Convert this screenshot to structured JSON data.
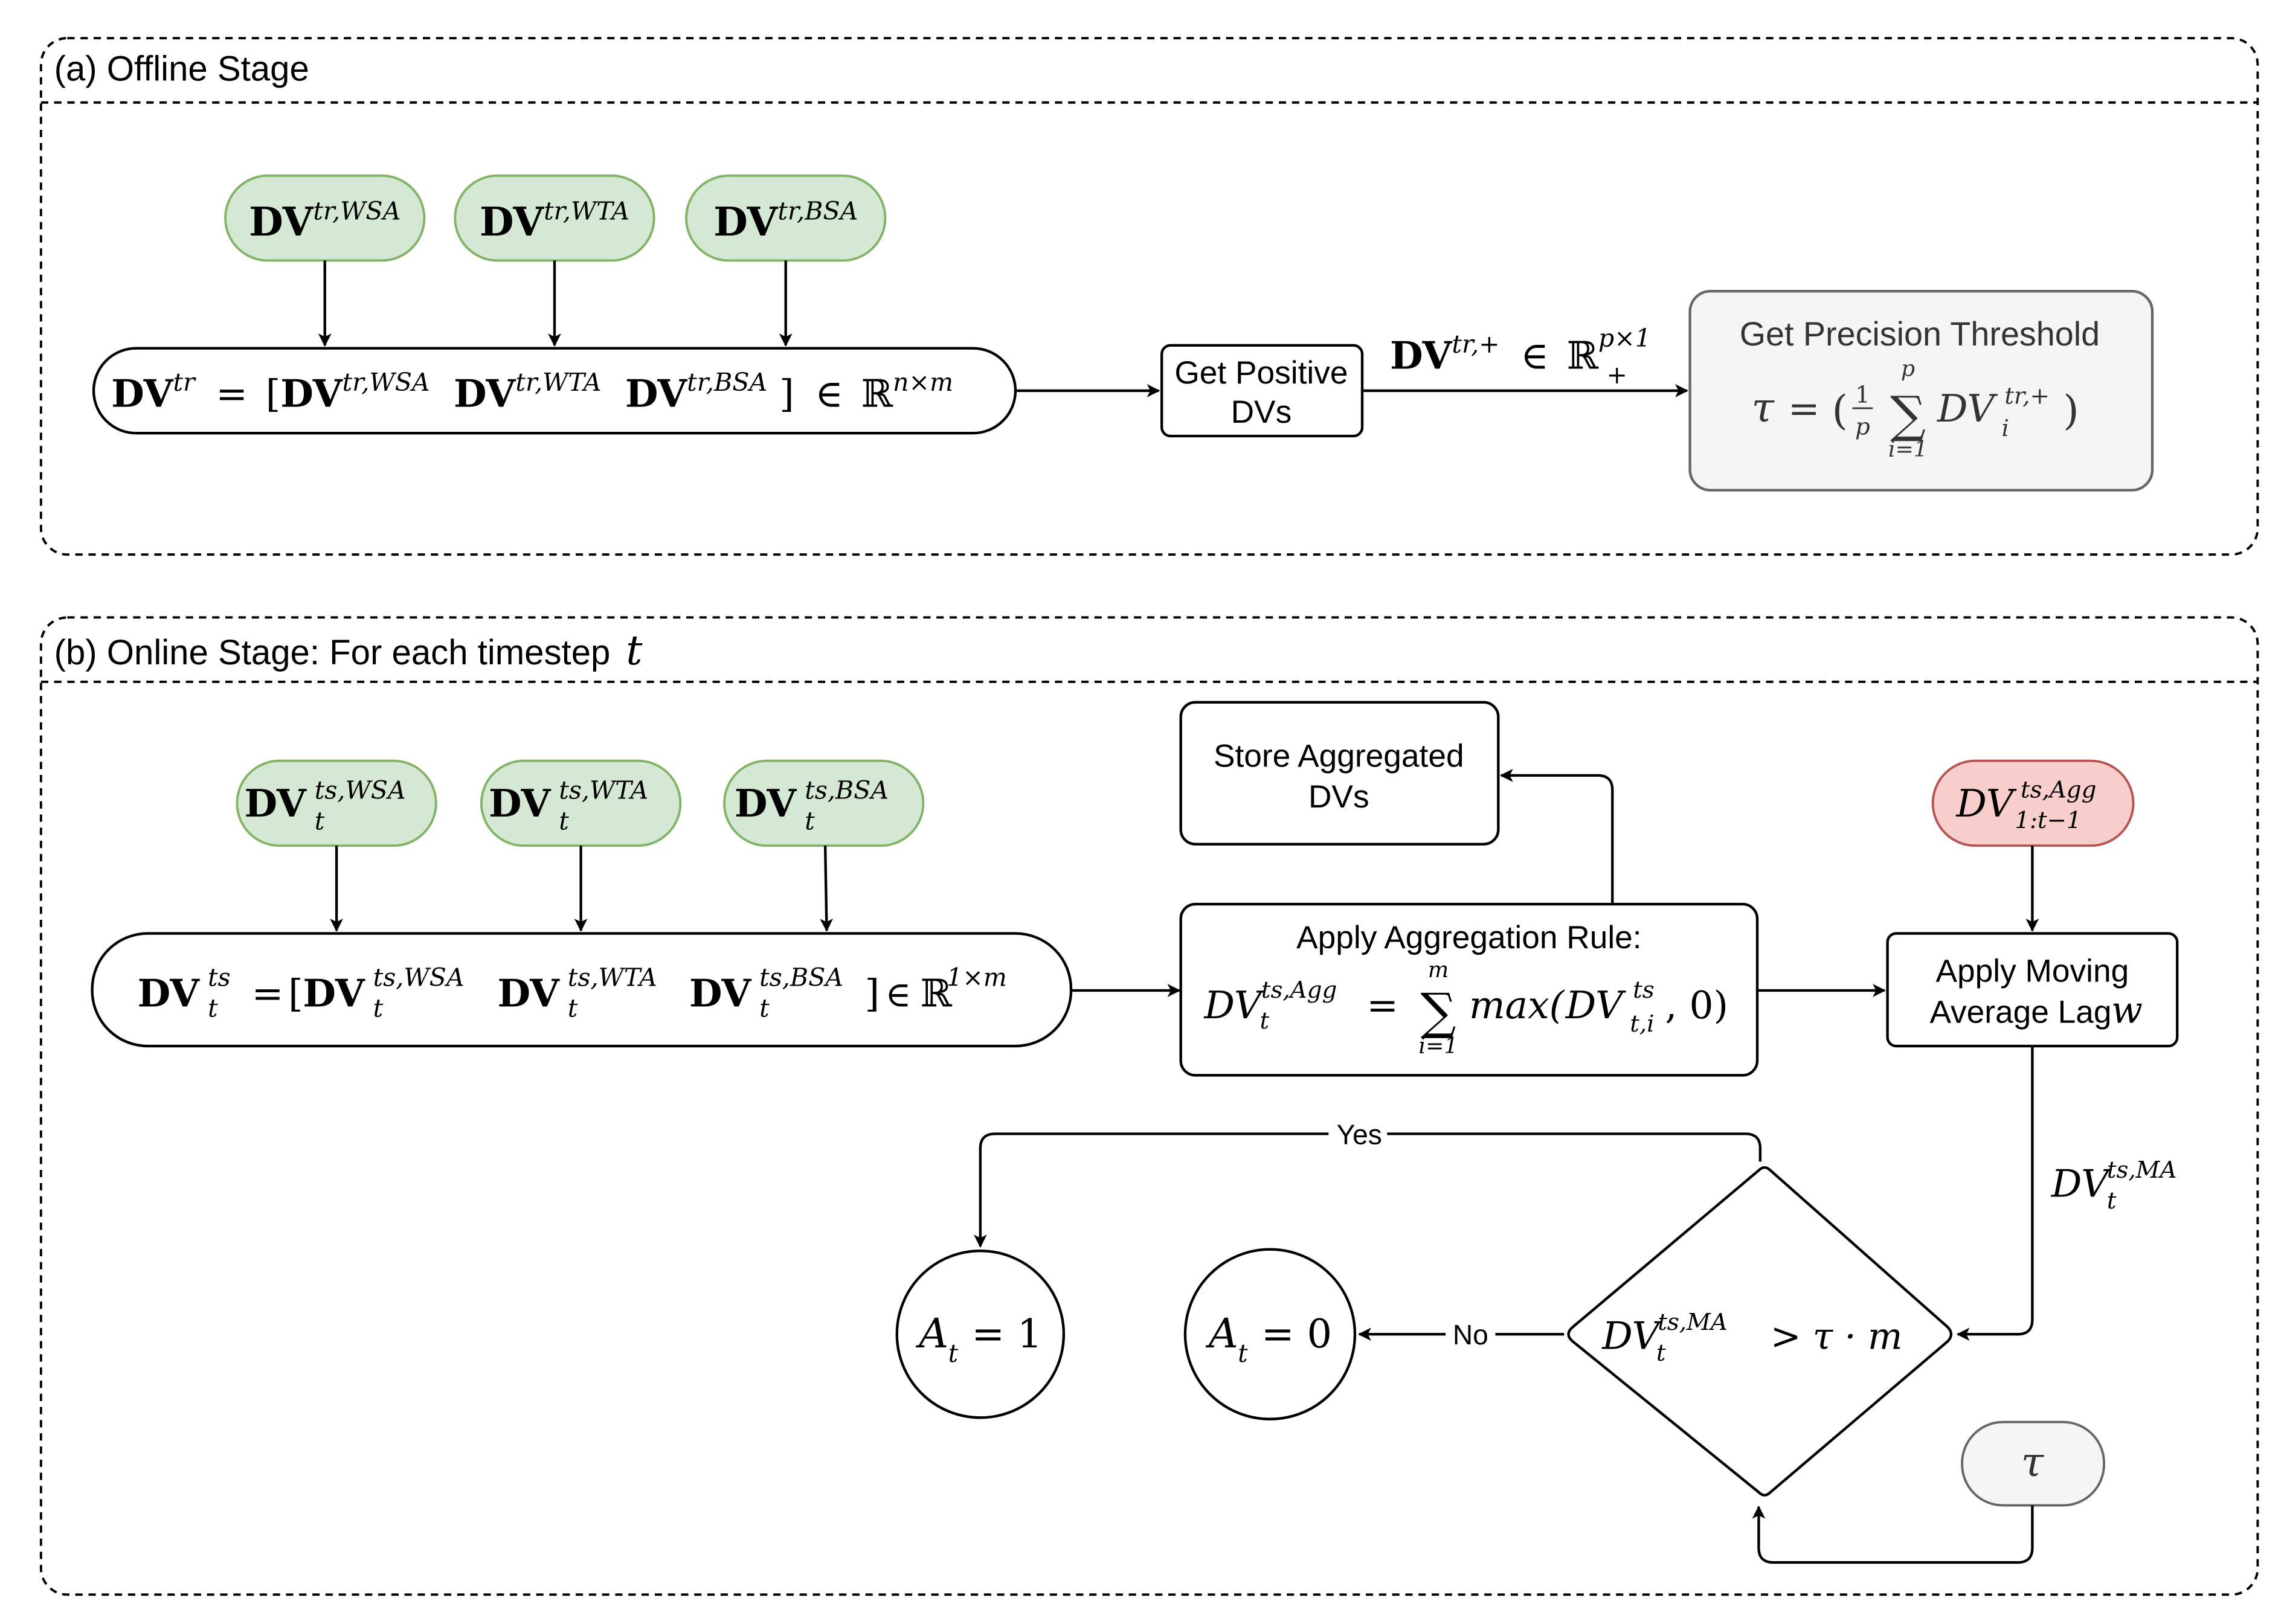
{
  "colors": {
    "green_fill": "#d5e8d4",
    "green_stroke": "#82b366",
    "red_fill": "#f8cecc",
    "red_stroke": "#b85450",
    "gray_fill": "#f5f5f5",
    "gray_stroke": "#666666",
    "gray_text": "#333333"
  },
  "offline": {
    "title": "(a) Offline Stage",
    "inputs": [
      {
        "base": "DV",
        "sup": "tr,WSA"
      },
      {
        "base": "DV",
        "sup": "tr,WTA"
      },
      {
        "base": "DV",
        "sup": "tr,BSA"
      }
    ],
    "matrix": {
      "lhs_base": "DV",
      "lhs_sup": "tr",
      "eq": "=",
      "open": "[",
      "items": [
        {
          "base": "DV",
          "sup": "tr,WSA"
        },
        {
          "base": "DV",
          "sup": "tr,WTA"
        },
        {
          "base": "DV",
          "sup": "tr,BSA"
        }
      ],
      "close": "]",
      "in": "∈",
      "set": "ℝ",
      "set_sup": "n×m"
    },
    "positive_box": {
      "line1": "Get Positive",
      "line2": "DVs"
    },
    "edge_label": {
      "base": "DV",
      "sup": "tr,+",
      "in": "∈",
      "set": "ℝ",
      "set_sup": "p×1",
      "set_sub": "+"
    },
    "threshold": {
      "title": "Get Precision Threshold",
      "tau": "τ",
      "eq": "=",
      "open": "(",
      "num": "1",
      "den": "p",
      "sum": "∑",
      "sum_top": "p",
      "sum_bot": "i=1",
      "term_base": "DV",
      "term_sub": "i",
      "term_sup": "tr,+",
      "close": ")"
    }
  },
  "online": {
    "title": "(b) Online Stage: For each timestep",
    "title_var": "t",
    "inputs": [
      {
        "base": "DV",
        "sub": "t",
        "sup": "ts,WSA"
      },
      {
        "base": "DV",
        "sub": "t",
        "sup": "ts,WTA"
      },
      {
        "base": "DV",
        "sub": "t",
        "sup": "ts,BSA"
      }
    ],
    "matrix": {
      "lhs_base": "DV",
      "lhs_sub": "t",
      "lhs_sup": "ts",
      "eq": "=",
      "open": "[",
      "items": [
        {
          "base": "DV",
          "sub": "t",
          "sup": "ts,WSA"
        },
        {
          "base": "DV",
          "sub": "t",
          "sup": "ts,WTA"
        },
        {
          "base": "DV",
          "sub": "t",
          "sup": "ts,BSA"
        }
      ],
      "close": "]",
      "in": "∈",
      "set": "ℝ",
      "set_sup": "1×m"
    },
    "store_box": {
      "line1": "Store Aggregated",
      "line2": "DVs"
    },
    "aggregation": {
      "title": "Apply Aggregation Rule:",
      "lhs_base": "DV",
      "lhs_sub": "t",
      "lhs_sup": "ts,Agg",
      "eq": "=",
      "sum": "∑",
      "sum_top": "m",
      "sum_bot": "i=1",
      "func": "max(",
      "term_base": "DV",
      "term_sub": "t,i",
      "term_sup": "ts",
      "tail": ", 0)"
    },
    "history": {
      "base": "DV",
      "sub": "1:t−1",
      "sup": "ts,Agg"
    },
    "moving_avg": {
      "line1": "Apply Moving",
      "line2": "Average Lag",
      "var": "w"
    },
    "ma_label": {
      "base": "DV",
      "sub": "t",
      "sup": "ts,MA"
    },
    "decision": {
      "base": "DV",
      "sub": "t",
      "sup": "ts,MA",
      "rest": "> τ · m"
    },
    "yes_label": "Yes",
    "no_label": "No",
    "out_yes": {
      "base": "A",
      "sub": "t",
      "rest": "= 1"
    },
    "out_no": {
      "base": "A",
      "sub": "t",
      "rest": "= 0"
    },
    "tau_input": "τ"
  }
}
